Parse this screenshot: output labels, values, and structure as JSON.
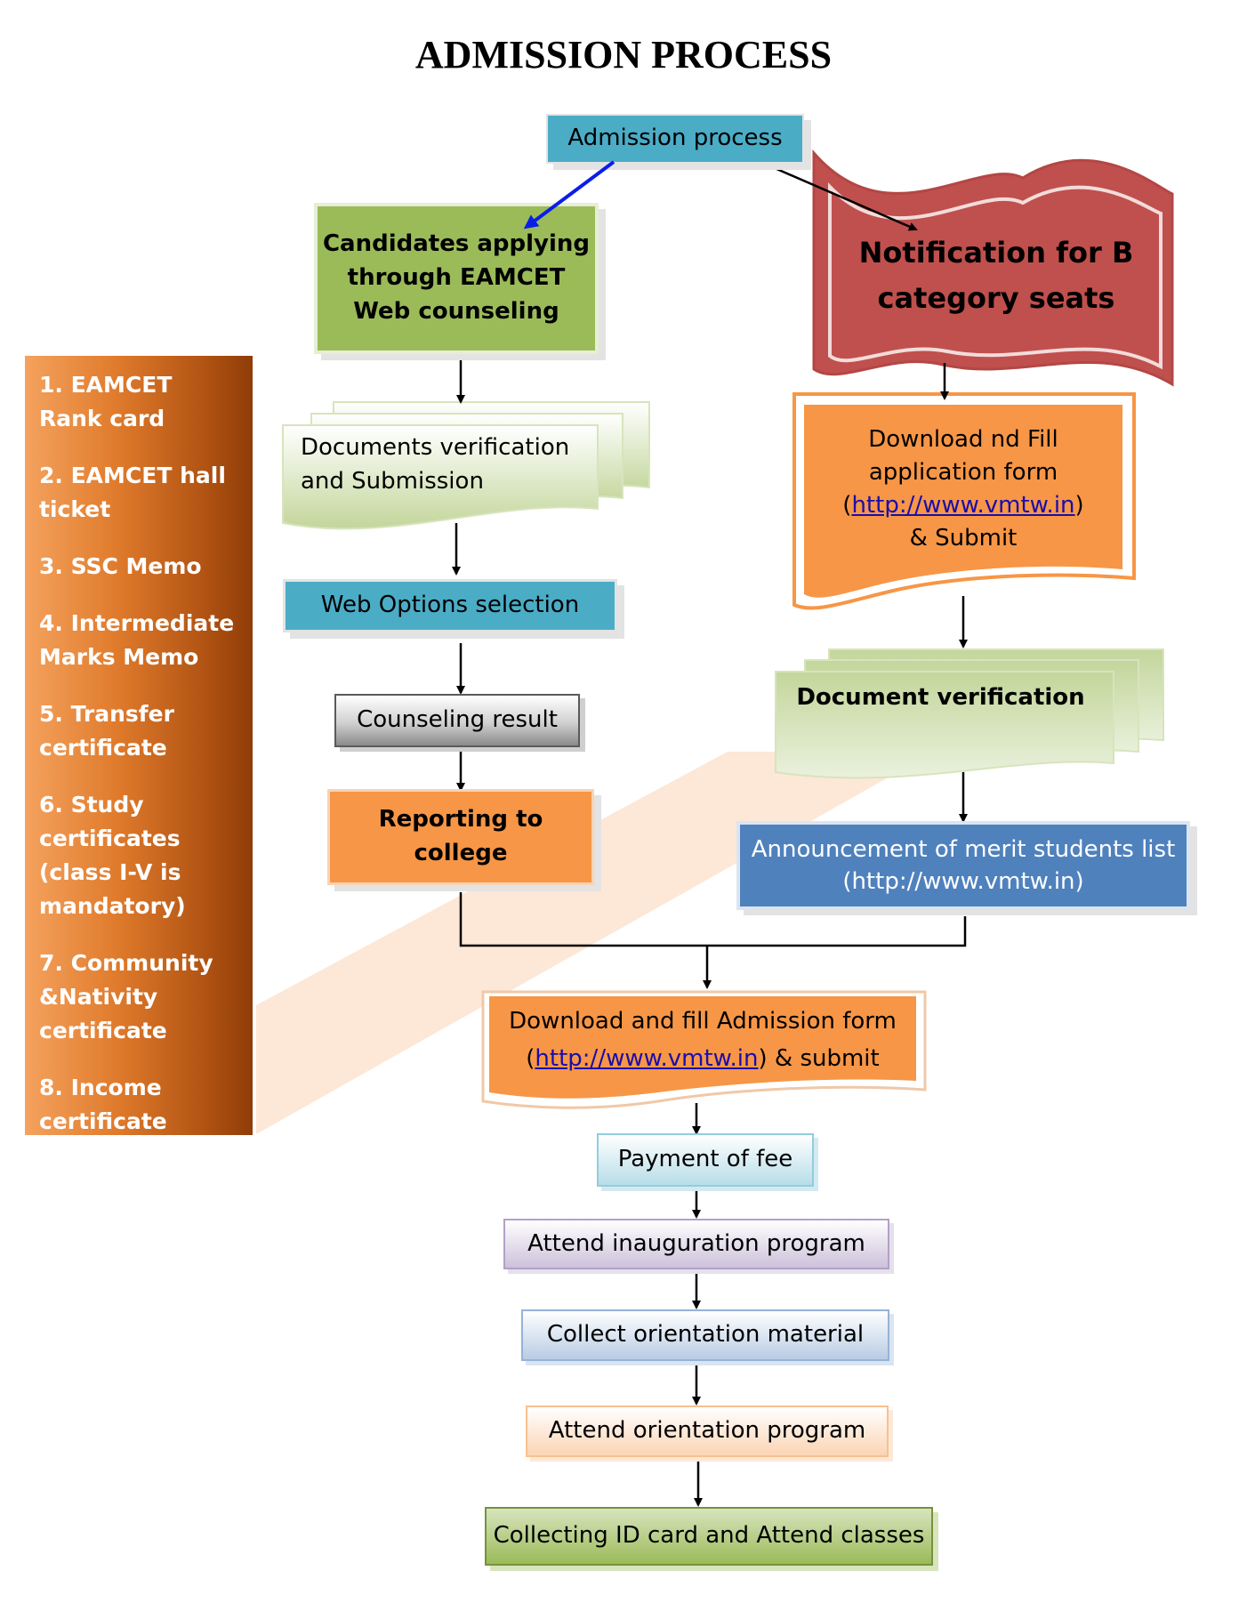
{
  "title": "ADMISSION PROCESS",
  "nodes": {
    "start": "Admission process",
    "eamcet": [
      "Candidates applying",
      "through EAMCET",
      "Web counseling"
    ],
    "bcat": [
      "Notification for B",
      "category seats"
    ],
    "docs_verif": [
      "Documents verification",
      "and Submission"
    ],
    "web_options": "Web Options selection",
    "counseling": "Counseling result",
    "reporting": [
      "Reporting to",
      "college"
    ],
    "download_app": {
      "line1": "Download nd Fill",
      "line2": "application form",
      "paren_open": "(",
      "link": "http://www.vmtw.in",
      "paren_close": ")",
      "line4": "& Submit"
    },
    "doc_verif_b": "Document verification",
    "merit": [
      "Announcement of merit students list",
      "(http://www.vmtw.in)"
    ],
    "admission_form": {
      "line1": "Download and fill Admission form",
      "paren_open": "(",
      "link": "http://www.vmtw.in",
      "after": ") & submit"
    },
    "fee": "Payment of fee",
    "inauguration": "Attend inauguration program",
    "material": "Collect orientation material",
    "orientation": "Attend orientation program",
    "id_card": "Collecting ID card and Attend classes"
  },
  "documents": [
    "1. EAMCET Rank card",
    "2. EAMCET hall ticket",
    "3. SSC Memo",
    "4. Intermediate Marks Memo",
    "5. Transfer certificate",
    "6.  Study certificates (class I-V is mandatory)",
    "7.  Community &Nativity certificate",
    "8. Income certificate"
  ],
  "colors": {
    "teal": "#4bacc6",
    "green": "#9bbb59",
    "red": "#c0504d",
    "orange": "#f79646",
    "blue": "#4f81bd",
    "arrow_blue": "#0a1ee8"
  }
}
